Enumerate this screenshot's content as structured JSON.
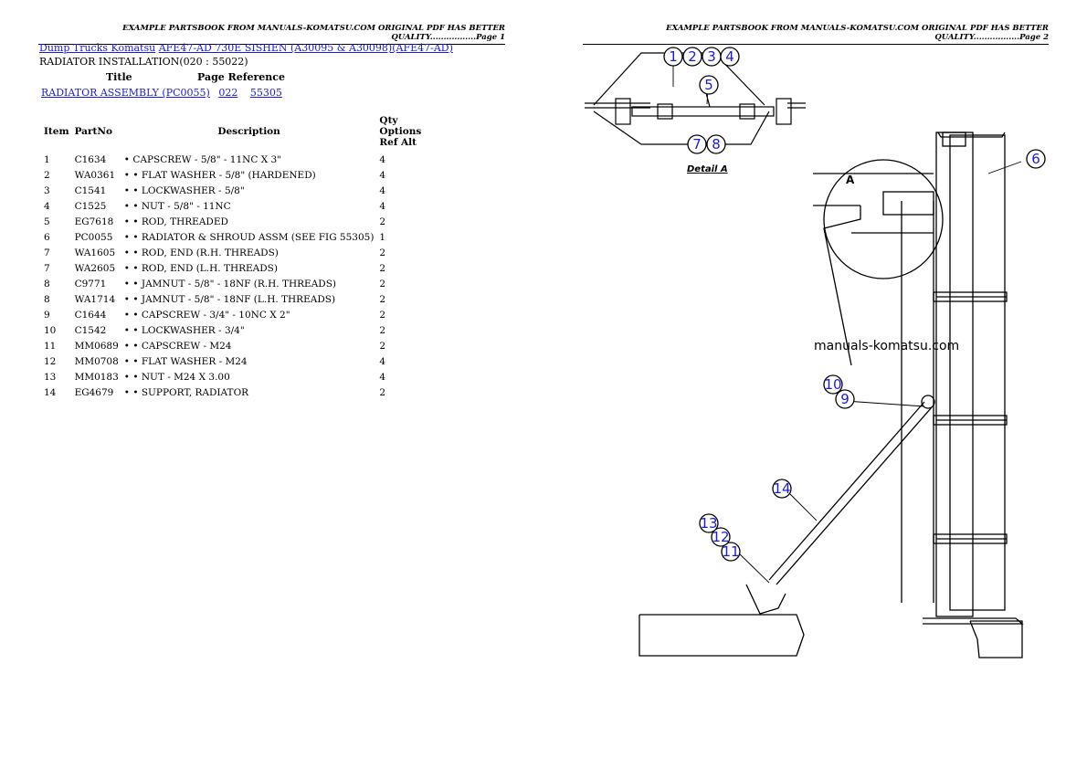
{
  "header": {
    "left": "EXAMPLE PARTSBOOK FROM MANUALS-KOMATSU.COM ORIGINAL PDF HAS BETTER QUALITY.................Page 1",
    "right": "EXAMPLE PARTSBOOK FROM MANUALS-KOMATSU.COM ORIGINAL PDF HAS BETTER QUALITY.................Page 2"
  },
  "breadcrumb": {
    "link1": "Dump Trucks Komatsu",
    "link2": "AFE47-AD 730E SISHEN (A30095 & A30098)(AFE47-AD)"
  },
  "section_title": "RADIATOR INSTALLATION(020 : 55022)",
  "reference": {
    "title_header": "Title",
    "page_header": "Page Reference",
    "title_link": "RADIATOR ASSEMBLY (PC0055)",
    "page_link": "022",
    "ref_link": "55305"
  },
  "columns": [
    "Item",
    "PartNo",
    "Description",
    "Qty Options Ref Alt"
  ],
  "parts": [
    {
      "item": "1",
      "partno": "C1634",
      "desc": "• CAPSCREW - 5/8\" - 11NC X 3\"",
      "qty": "4"
    },
    {
      "item": "2",
      "partno": "WA0361",
      "desc": "• • FLAT WASHER - 5/8\" (HARDENED)",
      "qty": "4"
    },
    {
      "item": "3",
      "partno": "C1541",
      "desc": "• • LOCKWASHER - 5/8\"",
      "qty": "4"
    },
    {
      "item": "4",
      "partno": "C1525",
      "desc": "• • NUT - 5/8\" - 11NC",
      "qty": "4"
    },
    {
      "item": "5",
      "partno": "EG7618",
      "desc": "• • ROD, THREADED",
      "qty": "2"
    },
    {
      "item": "6",
      "partno": "PC0055",
      "desc": "• • RADIATOR & SHROUD ASSM (SEE FIG 55305)",
      "qty": "1"
    },
    {
      "item": "7",
      "partno": "WA1605",
      "desc": "• • ROD, END (R.H. THREADS)",
      "qty": "2"
    },
    {
      "item": "7",
      "partno": "WA2605",
      "desc": "• • ROD, END (L.H. THREADS)",
      "qty": "2"
    },
    {
      "item": "8",
      "partno": "C9771",
      "desc": "• • JAMNUT - 5/8\" - 18NF (R.H. THREADS)",
      "qty": "2"
    },
    {
      "item": "8",
      "partno": "WA1714",
      "desc": "• • JAMNUT - 5/8\" - 18NF (L.H. THREADS)",
      "qty": "2"
    },
    {
      "item": "9",
      "partno": "C1644",
      "desc": "• • CAPSCREW - 3/4\" - 10NC X 2\"",
      "qty": "2"
    },
    {
      "item": "10",
      "partno": "C1542",
      "desc": "• • LOCKWASHER - 3/4\"",
      "qty": "2"
    },
    {
      "item": "11",
      "partno": "MM0689",
      "desc": "• • CAPSCREW - M24",
      "qty": "2"
    },
    {
      "item": "12",
      "partno": "MM0708",
      "desc": "• • FLAT WASHER - M24",
      "qty": "4"
    },
    {
      "item": "13",
      "partno": "MM0183",
      "desc": "• • NUT - M24 X 3.00",
      "qty": "4"
    },
    {
      "item": "14",
      "partno": "EG4679",
      "desc": "• • SUPPORT, RADIATOR",
      "qty": "2"
    }
  ],
  "drawing": {
    "detail_label": "Detail A",
    "detail_marker": "A",
    "watermark": "manuals-komatsu.com",
    "callouts": [
      "1",
      "2",
      "3",
      "4",
      "5",
      "6",
      "7",
      "8",
      "9",
      "10",
      "11",
      "12",
      "13",
      "14"
    ]
  }
}
